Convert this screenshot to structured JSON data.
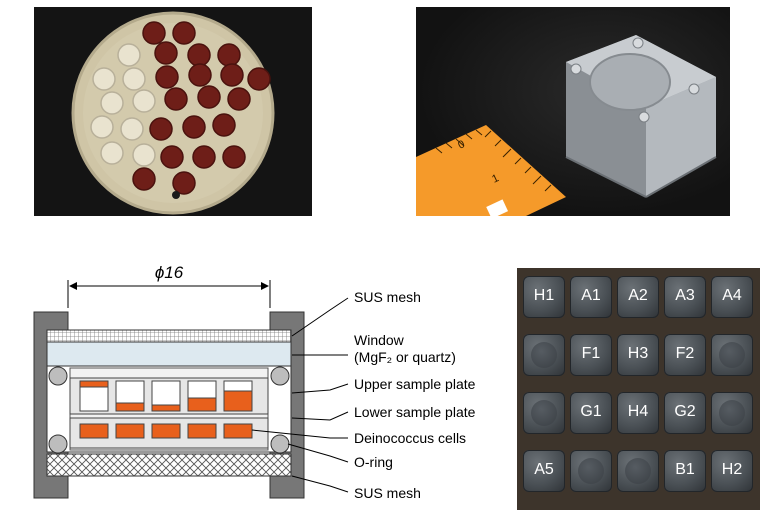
{
  "diagram": {
    "dimension_label": "ϕ16",
    "labels": {
      "sus_mesh_top": "SUS mesh",
      "window_line1": "Window",
      "window_line2": "(MgF₂ or quartz)",
      "upper_sample_plate": "Upper sample plate",
      "lower_sample_plate": "Lower sample plate",
      "deinococcus_cells": "Deinococcus cells",
      "o_ring": "O-ring",
      "sus_mesh_bottom": "SUS mesh"
    }
  },
  "grid_photo": {
    "rows": [
      [
        "H1",
        "A1",
        "A2",
        "A3",
        "A4"
      ],
      [
        "",
        "F1",
        "H3",
        "F2",
        ""
      ],
      [
        "",
        "G1",
        "H4",
        "G2",
        ""
      ],
      [
        "A5",
        "",
        "",
        "B1",
        "H2"
      ]
    ]
  },
  "colors": {
    "sample_orange": "#e8601c",
    "mesh": "#9a9a9a",
    "window": "#dde9f0",
    "frame": "#6e6e6e"
  }
}
